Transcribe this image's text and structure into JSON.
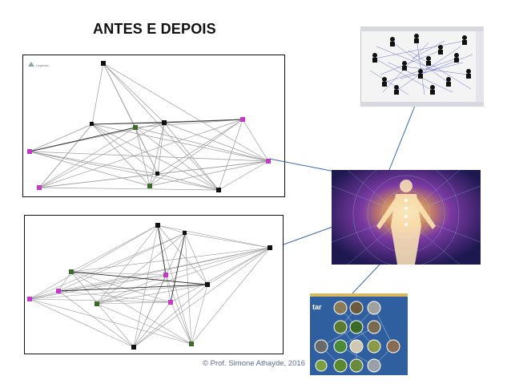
{
  "slide": {
    "title": "ANTES E DEPOIS",
    "footer": "© Prof. Simone Athayde, 2016"
  },
  "colors": {
    "edge": "#9a9a9a",
    "connector": "#3a6aa8",
    "magenta_node": "#c03cc8",
    "dark_node": "#111111",
    "green_node": "#3d6a2a",
    "network_line": "#6f74c8",
    "cosmic_bg": "#1d1850",
    "species_panel": "#2f5f9e"
  },
  "graphs": {
    "before": {
      "corner_label": "Legenda"
    },
    "after": {}
  },
  "thumbnails": {
    "people_network": {
      "icon": "people-network-icon"
    },
    "cosmic_body": {
      "icon": "cosmic-body-icon"
    },
    "species_web": {
      "icon": "species-web-icon",
      "label": "tar"
    }
  }
}
